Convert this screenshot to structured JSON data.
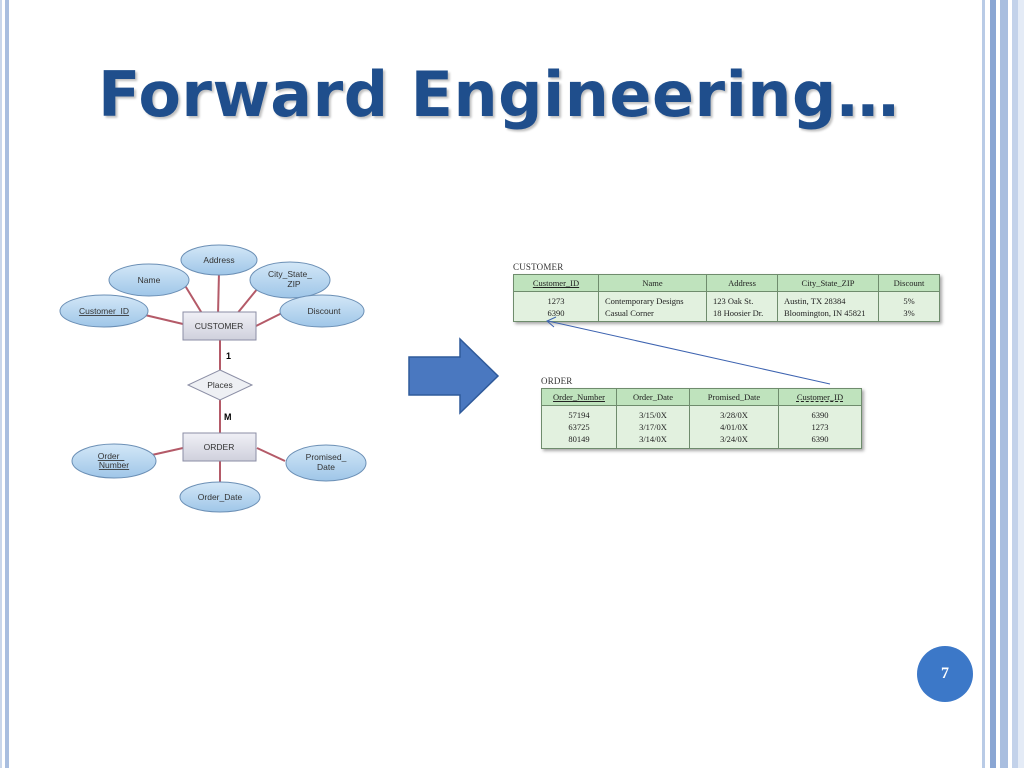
{
  "slide": {
    "title": "Forward Engineering…",
    "page_number": "7"
  },
  "erd": {
    "entities": {
      "customer": "CUSTOMER",
      "order": "ORDER"
    },
    "relationship": "Places",
    "cardinality": {
      "one": "1",
      "many": "M"
    },
    "customer_attributes": {
      "address": "Address",
      "name": "Name",
      "city_state_zip_line1": "City_State_",
      "city_state_zip_line2": "ZIP",
      "customer_id": "Customer_ID",
      "discount": "Discount"
    },
    "order_attributes": {
      "order_number_line1": "Order_",
      "order_number_line2": "Number",
      "promised_date_line1": "Promised_",
      "promised_date_line2": "Date",
      "order_date": "Order_Date"
    }
  },
  "customer_table": {
    "caption": "CUSTOMER",
    "headers": [
      "Customer_ID",
      "Name",
      "Address",
      "City_State_ZIP",
      "Discount"
    ],
    "rows": [
      [
        "1273",
        "Contemporary Designs",
        "123 Oak St.",
        "Austin, TX 28384",
        "5%"
      ],
      [
        "6390",
        "Casual Corner",
        "18 Hoosier Dr.",
        "Bloomington, IN 45821",
        "3%"
      ]
    ]
  },
  "order_table": {
    "caption": "ORDER",
    "headers": [
      "Order_Number",
      "Order_Date",
      "Promised_Date",
      "Customer_ID"
    ],
    "rows": [
      [
        "57194",
        "3/15/0X",
        "3/28/0X",
        "6390"
      ],
      [
        "63725",
        "3/17/0X",
        "4/01/0X",
        "1273"
      ],
      [
        "80149",
        "3/14/0X",
        "3/24/0X",
        "6390"
      ]
    ]
  },
  "colors": {
    "title": "#1f4e8c",
    "arrow": "#4a78c0",
    "ellipse_fill": "#bcd9f0",
    "table_header": "#bfe3bd",
    "table_body": "#e2f1df",
    "page_badge": "#3c78c8"
  }
}
